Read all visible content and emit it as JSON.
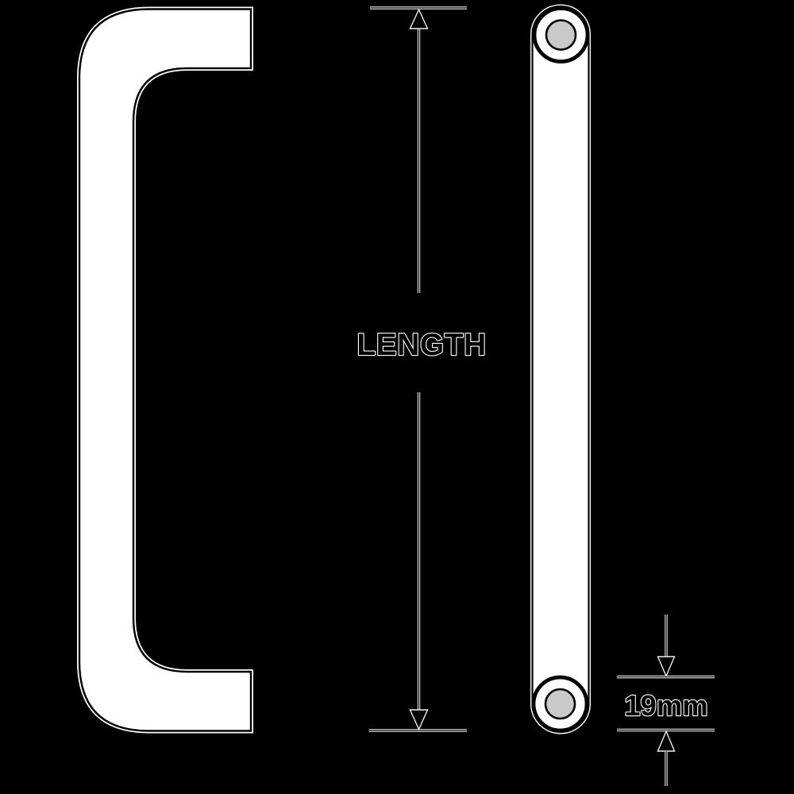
{
  "page": {
    "kind": "technical-dimension-diagram",
    "subject": "pull-handle"
  },
  "diagram": {
    "labels": {
      "length": "LENGTH",
      "diameter": "19mm"
    },
    "views": {
      "side_profile": "d-pull-handle-side-view",
      "front": "d-pull-handle-front-view",
      "fixing_points": [
        "top-fixing",
        "bottom-fixing"
      ]
    },
    "colors": {
      "background": "#000000",
      "outline": "#000000",
      "shape_fill": "#ffffff",
      "line_casing": "#f0f0f0",
      "fixing_fill": "#c9c9c9"
    }
  }
}
